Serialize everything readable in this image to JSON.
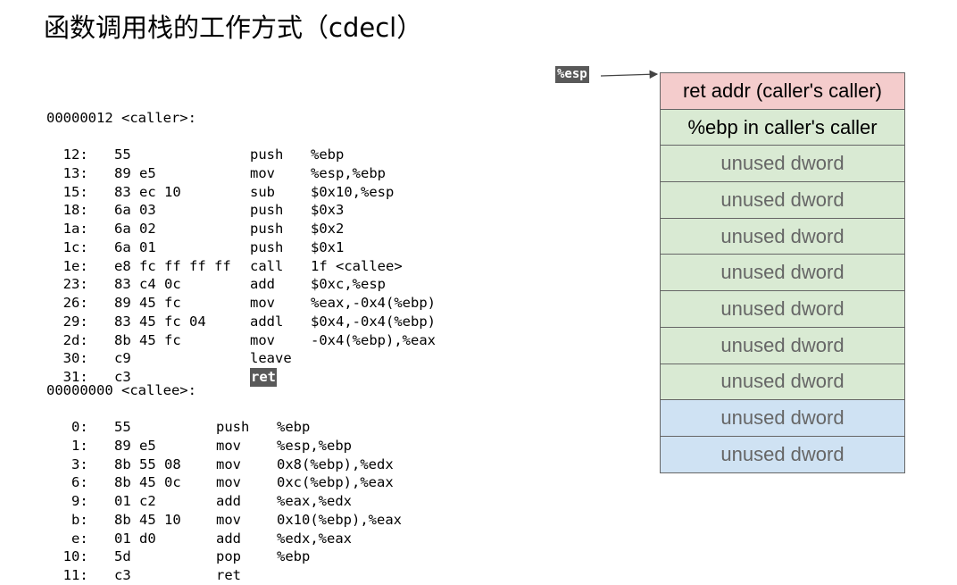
{
  "title": "函数调用栈的工作方式（cdecl）",
  "caller": {
    "header": "00000012 <caller>:",
    "lines": [
      {
        "addr": "  12:",
        "bytes": "55",
        "op": "push",
        "args": "%ebp",
        "hl": false
      },
      {
        "addr": "  13:",
        "bytes": "89 e5",
        "op": "mov",
        "args": "%esp,%ebp",
        "hl": false
      },
      {
        "addr": "  15:",
        "bytes": "83 ec 10",
        "op": "sub",
        "args": "$0x10,%esp",
        "hl": false
      },
      {
        "addr": "  18:",
        "bytes": "6a 03",
        "op": "push",
        "args": "$0x3",
        "hl": false
      },
      {
        "addr": "  1a:",
        "bytes": "6a 02",
        "op": "push",
        "args": "$0x2",
        "hl": false
      },
      {
        "addr": "  1c:",
        "bytes": "6a 01",
        "op": "push",
        "args": "$0x1",
        "hl": false
      },
      {
        "addr": "  1e:",
        "bytes": "e8 fc ff ff ff",
        "op": "call",
        "args": "1f <callee>",
        "hl": false
      },
      {
        "addr": "  23:",
        "bytes": "83 c4 0c",
        "op": "add",
        "args": "$0xc,%esp",
        "hl": false
      },
      {
        "addr": "  26:",
        "bytes": "89 45 fc",
        "op": "mov",
        "args": "%eax,-0x4(%ebp)",
        "hl": false
      },
      {
        "addr": "  29:",
        "bytes": "83 45 fc 04",
        "op": "addl",
        "args": "$0x4,-0x4(%ebp)",
        "hl": false
      },
      {
        "addr": "  2d:",
        "bytes": "8b 45 fc",
        "op": "mov",
        "args": "-0x4(%ebp),%eax",
        "hl": false
      },
      {
        "addr": "  30:",
        "bytes": "c9",
        "op": "leave",
        "args": "",
        "hl": false
      },
      {
        "addr": "  31:",
        "bytes": "c3",
        "op": "ret",
        "args": "",
        "hl": true
      }
    ]
  },
  "callee": {
    "header": "00000000 <callee>:",
    "lines": [
      {
        "addr": "   0:",
        "bytes": "55",
        "op": "push",
        "args": "%ebp"
      },
      {
        "addr": "   1:",
        "bytes": "89 e5",
        "op": "mov",
        "args": "%esp,%ebp"
      },
      {
        "addr": "   3:",
        "bytes": "8b 55 08",
        "op": "mov",
        "args": "0x8(%ebp),%edx"
      },
      {
        "addr": "   6:",
        "bytes": "8b 45 0c",
        "op": "mov",
        "args": "0xc(%ebp),%eax"
      },
      {
        "addr": "   9:",
        "bytes": "01 c2",
        "op": "add",
        "args": "%eax,%edx"
      },
      {
        "addr": "   b:",
        "bytes": "8b 45 10",
        "op": "mov",
        "args": "0x10(%ebp),%eax"
      },
      {
        "addr": "   e:",
        "bytes": "01 d0",
        "op": "add",
        "args": "%edx,%eax"
      },
      {
        "addr": "  10:",
        "bytes": "5d",
        "op": "pop",
        "args": "%ebp"
      },
      {
        "addr": "  11:",
        "bytes": "c3",
        "op": "ret",
        "args": ""
      }
    ]
  },
  "esp_label": "%esp",
  "stack": [
    {
      "label": "ret addr (caller's caller)",
      "color": "red"
    },
    {
      "label": "%ebp in caller's caller",
      "color": "green"
    },
    {
      "label": "unused dword",
      "color": "green"
    },
    {
      "label": "unused dword",
      "color": "green"
    },
    {
      "label": "unused dword",
      "color": "green"
    },
    {
      "label": "unused dword",
      "color": "green"
    },
    {
      "label": "unused dword",
      "color": "green"
    },
    {
      "label": "unused dword",
      "color": "green"
    },
    {
      "label": "unused dword",
      "color": "green"
    },
    {
      "label": "unused dword",
      "color": "blue"
    },
    {
      "label": "unused dword",
      "color": "blue"
    }
  ],
  "colors": {
    "red": "#f4cccc",
    "green": "#d9ead3",
    "blue": "#cfe2f3",
    "highlight": "#595959"
  }
}
